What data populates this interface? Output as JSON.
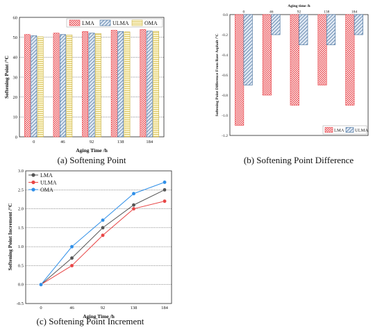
{
  "colors": {
    "lma": "#e8454b",
    "ulma": "#3f6b9a",
    "oma": "#e8d36b",
    "line_lma": "#555555",
    "line_ulma": "#e84545",
    "line_oma": "#2f8fe8"
  },
  "captions": {
    "a": "(a)  Softening Point",
    "b": "(b)  Softening Point Difference",
    "c": "(c)  Softening Point Increment"
  },
  "chart_data": [
    {
      "type": "bar",
      "xlabel": "Aging Time /h",
      "ylabel": "Softening Point /°C",
      "categories": [
        "0",
        "46",
        "92",
        "138",
        "184"
      ],
      "ylim": [
        0,
        60
      ],
      "yticks": [
        "0",
        "10",
        "20",
        "30",
        "40",
        "50",
        "60"
      ],
      "legend_position": "top-right",
      "grid": true,
      "series": [
        {
          "name": "LMA",
          "values": [
            51.4,
            52.1,
            52.9,
            53.5,
            53.9
          ]
        },
        {
          "name": "ULMA",
          "values": [
            50.8,
            51.4,
            52.1,
            52.9,
            53.1
          ]
        },
        {
          "name": "OMA",
          "values": [
            50.3,
            51.2,
            51.9,
            52.7,
            53.0
          ]
        }
      ]
    },
    {
      "type": "bar",
      "xlabel": "Aging time /h",
      "ylabel": "Softening Point Difference From Base Asphalt /°C",
      "categories": [
        "0",
        "46",
        "92",
        "138",
        "184"
      ],
      "ylim": [
        -1.2,
        0
      ],
      "yticks": [
        "0.0",
        "-0.2",
        "-0.4",
        "-0.6",
        "-0.8",
        "-1.0",
        "-1.2"
      ],
      "legend_position": "bottom-right",
      "grid": false,
      "series": [
        {
          "name": "LMA",
          "values": [
            -1.1,
            -0.8,
            -0.9,
            -0.7,
            -0.9
          ]
        },
        {
          "name": "ULMA",
          "values": [
            -0.7,
            -0.2,
            -0.3,
            -0.3,
            -0.2
          ]
        }
      ]
    },
    {
      "type": "line",
      "xlabel": "Aging Time /h",
      "ylabel": "Softening Point Increment /°C",
      "x": [
        "0",
        "46",
        "92",
        "138",
        "184"
      ],
      "ylim": [
        -0.5,
        3.0
      ],
      "yticks": [
        "-0.5",
        "0.0",
        "0.5",
        "1.0",
        "1.5",
        "2.0",
        "2.5",
        "3.0"
      ],
      "legend_position": "top-left",
      "grid": true,
      "series": [
        {
          "name": "LMA",
          "values": [
            0,
            0.7,
            1.5,
            2.1,
            2.5
          ]
        },
        {
          "name": "ULMA",
          "values": [
            0,
            0.5,
            1.3,
            2.0,
            2.2
          ]
        },
        {
          "name": "OMA",
          "values": [
            0,
            1.0,
            1.7,
            2.4,
            2.7
          ]
        }
      ]
    }
  ]
}
